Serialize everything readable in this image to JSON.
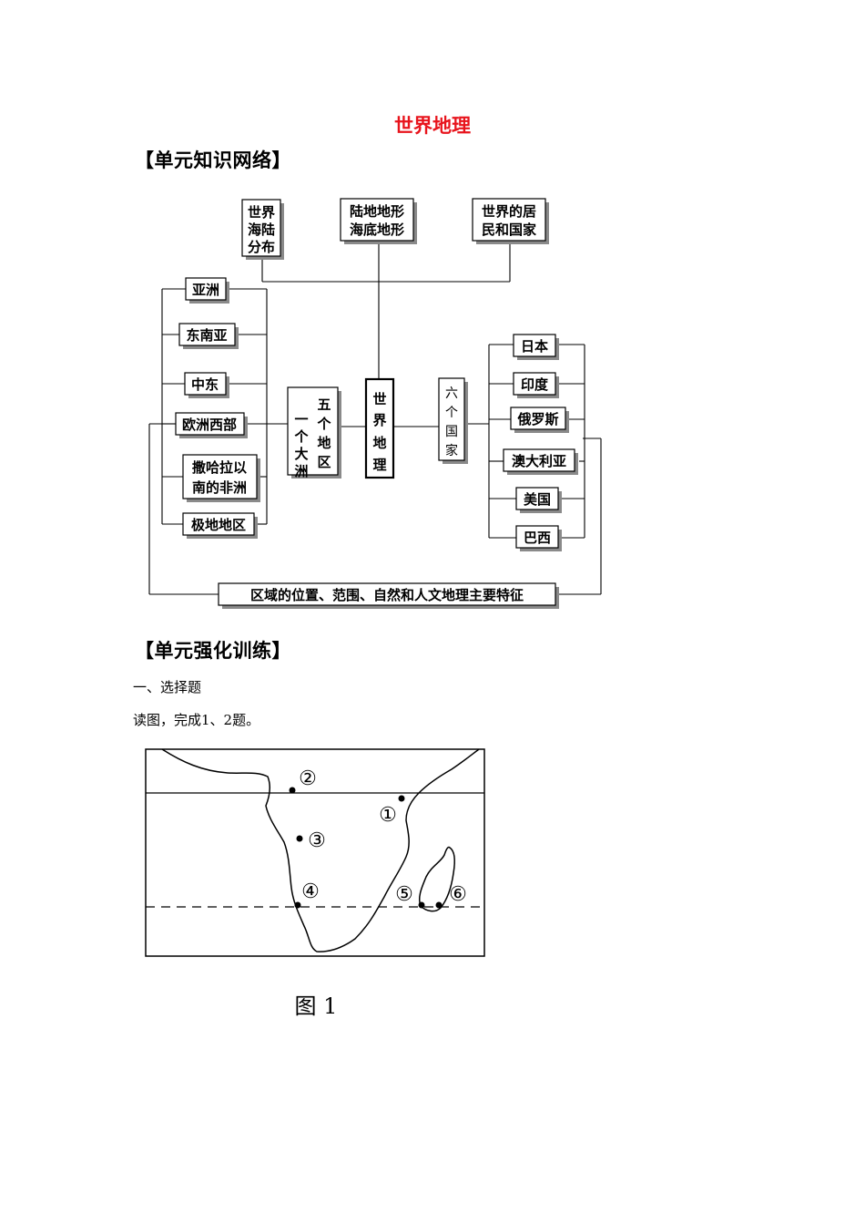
{
  "doc": {
    "title": "世界地理",
    "section1": "【单元知识网络】",
    "section2": "【单元强化训练】",
    "subheading": "一、选择题",
    "instruction": "读图，完成1、2题。"
  },
  "diagram": {
    "top_boxes": [
      {
        "lines": [
          "世界",
          "海陆",
          "分布"
        ]
      },
      {
        "lines": [
          "陆地地形",
          "海底地形"
        ]
      },
      {
        "lines": [
          "世界的居",
          "民和国家"
        ]
      }
    ],
    "center": {
      "chars": [
        "世",
        "界",
        "地",
        "理"
      ]
    },
    "left_mid": {
      "col_right": [
        "五",
        "个",
        "地",
        "区"
      ],
      "col_left": [
        "一",
        "个",
        "大",
        "洲"
      ]
    },
    "right_mid": {
      "chars": [
        "六",
        "个",
        "国",
        "家"
      ]
    },
    "regions": [
      {
        "lines": [
          "亚洲"
        ]
      },
      {
        "lines": [
          "东南亚"
        ]
      },
      {
        "lines": [
          "中东"
        ]
      },
      {
        "lines": [
          "欧洲西部"
        ]
      },
      {
        "lines": [
          "撒哈拉以",
          "南的非洲"
        ]
      },
      {
        "lines": [
          "极地地区"
        ]
      }
    ],
    "countries": [
      {
        "lines": [
          "日本"
        ]
      },
      {
        "lines": [
          "印度"
        ]
      },
      {
        "lines": [
          "俄罗斯"
        ]
      },
      {
        "lines": [
          "澳大利亚"
        ]
      },
      {
        "lines": [
          "美国"
        ]
      },
      {
        "lines": [
          "巴西"
        ]
      }
    ],
    "bottom": "区域的位置、范围、自然和人文地理主要特征"
  },
  "map": {
    "caption": "图 1",
    "points": [
      {
        "label": "①"
      },
      {
        "label": "②"
      },
      {
        "label": "③"
      },
      {
        "label": "④"
      },
      {
        "label": "⑤"
      },
      {
        "label": "⑥"
      }
    ]
  }
}
